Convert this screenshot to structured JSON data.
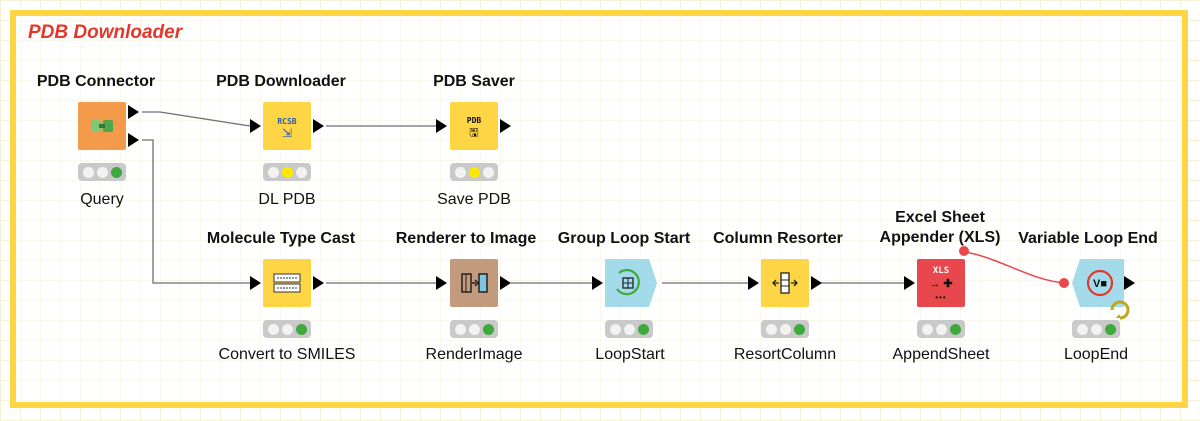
{
  "annotation": {
    "title": "PDB Downloader",
    "border_color": "#fdd545",
    "title_color": "#e4362a"
  },
  "nodes": [
    {
      "id": "pdb-connector",
      "title": "PDB Connector",
      "label": "Query",
      "color": "#f39b4a",
      "icon": "database-connector-icon",
      "status": [
        "off",
        "off",
        "green"
      ]
    },
    {
      "id": "pdb-downloader",
      "title": "PDB Downloader",
      "label": "DL PDB",
      "color": "#fdd545",
      "icon": "rcsb-download-icon",
      "icon_text": "RCSB",
      "status": [
        "off",
        "yellow",
        "off"
      ]
    },
    {
      "id": "pdb-saver",
      "title": "PDB Saver",
      "label": "Save PDB",
      "color": "#fdd545",
      "icon": "pdb-save-icon",
      "icon_text": "PDB",
      "status": [
        "off",
        "yellow",
        "off"
      ]
    },
    {
      "id": "molecule-type-cast",
      "title": "Molecule Type Cast",
      "label": "Convert to SMILES",
      "color": "#fdd545",
      "icon": "type-cast-icon",
      "status": [
        "off",
        "off",
        "green"
      ]
    },
    {
      "id": "renderer-to-image",
      "title": "Renderer to Image",
      "label": "RenderImage",
      "color": "#c39a7b",
      "icon": "render-image-icon",
      "status": [
        "off",
        "off",
        "green"
      ]
    },
    {
      "id": "group-loop-start",
      "title": "Group Loop Start",
      "label": "LoopStart",
      "color": "#a3dbea",
      "icon": "loop-start-icon",
      "status": [
        "off",
        "off",
        "green"
      ]
    },
    {
      "id": "column-resorter",
      "title": "Column Resorter",
      "label": "ResortColumn",
      "color": "#fdd545",
      "icon": "column-resort-icon",
      "status": [
        "off",
        "off",
        "green"
      ]
    },
    {
      "id": "excel-sheet-appender",
      "title": "Excel Sheet\nAppender (XLS)",
      "label": "AppendSheet",
      "color": "#e8474d",
      "icon": "xls-append-icon",
      "icon_text": "XLS",
      "status": [
        "off",
        "off",
        "green"
      ]
    },
    {
      "id": "variable-loop-end",
      "title": "Variable Loop End",
      "label": "LoopEnd",
      "color": "#a3dbea",
      "icon": "variable-loop-end-icon",
      "status": [
        "off",
        "off",
        "green"
      ]
    }
  ],
  "colors": {
    "wire": "#6d6d6d",
    "flow_wire": "#e8474d",
    "status_green": "#3ea93c",
    "status_yellow": "#ffe800"
  }
}
